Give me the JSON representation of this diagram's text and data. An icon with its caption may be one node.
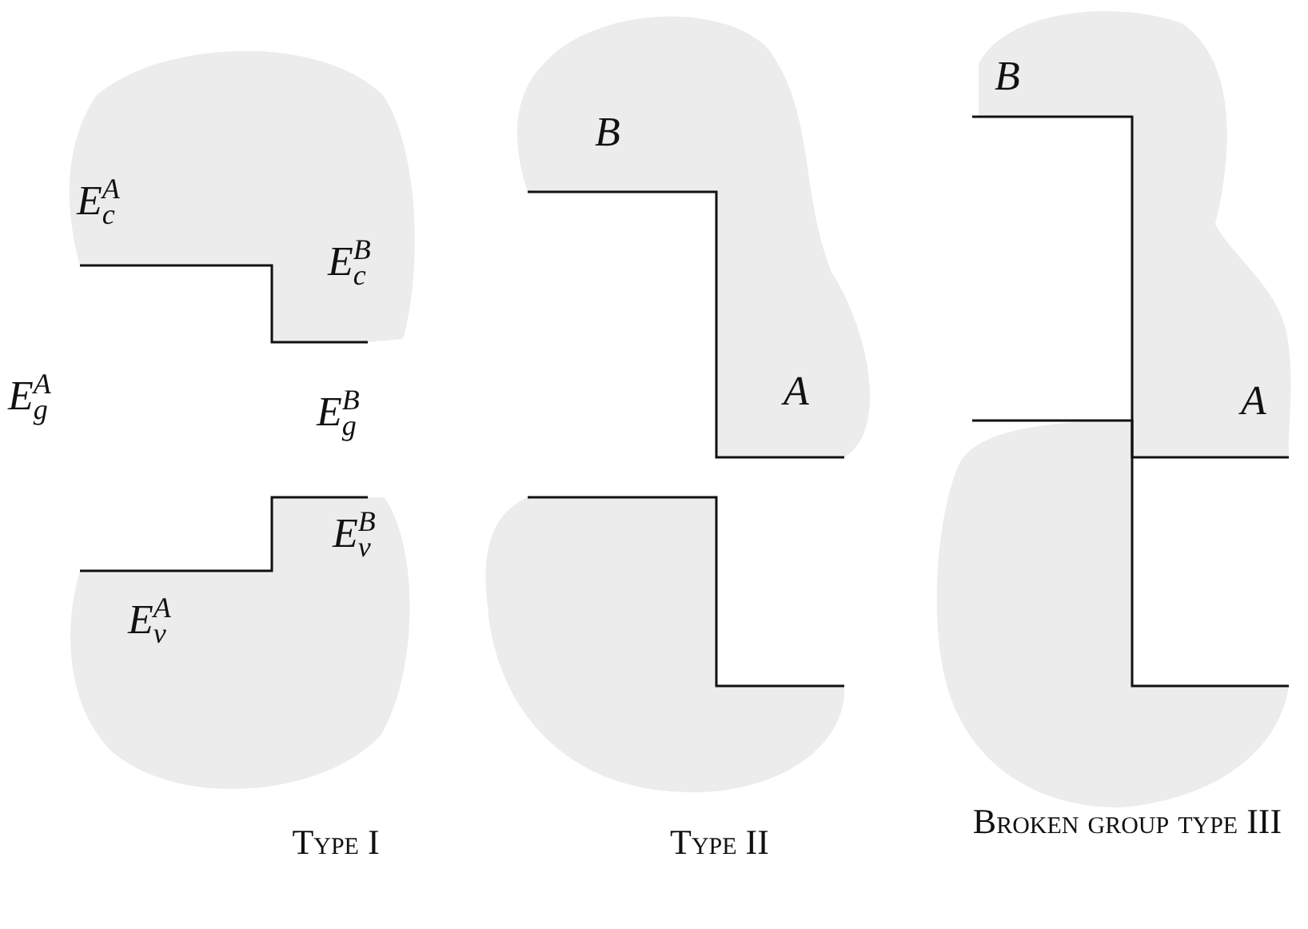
{
  "diagram": {
    "labels": [
      "E$^{A}$$_{c}$",
      "E$^{B}$$_{c}$",
      "E$^{A}$$_{g}$",
      "E$^{B}$$_{g}$",
      "E$^{B}$$_{v}$",
      "E$^{A}$$_{v}$",
      "B",
      "A",
      "B",
      "A",
      "Type I",
      "Type II",
      "Broken group type III"
    ]
  }
}
